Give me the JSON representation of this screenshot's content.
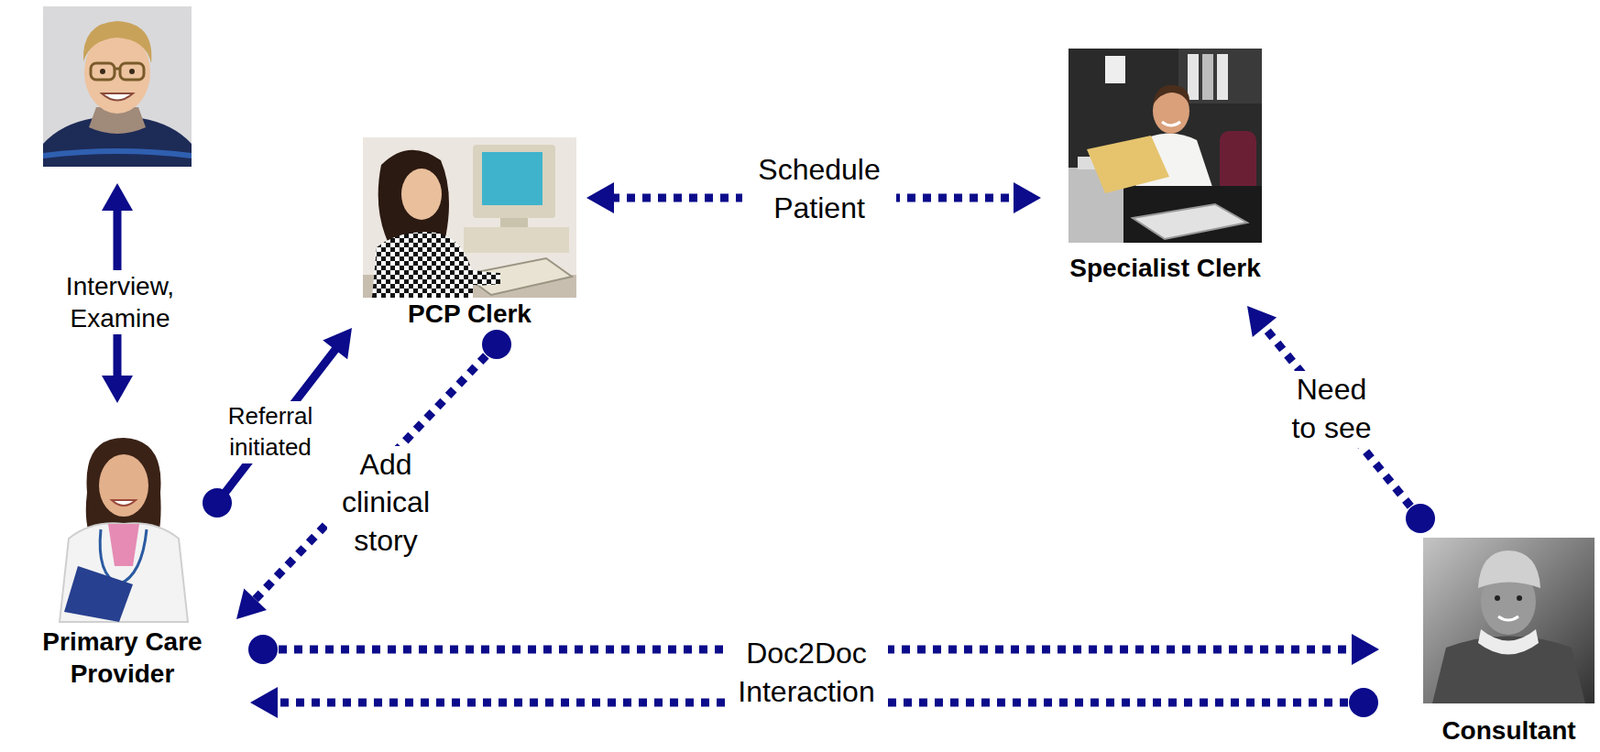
{
  "diagram": {
    "nodes": [
      {
        "text": []
      },
      {
        "text": [
          "PCP Clerk"
        ]
      },
      {
        "text": [
          "Specialist Clerk"
        ]
      },
      {
        "text": [
          "Primary Care Provider"
        ]
      },
      {
        "text": [
          "Consultant"
        ]
      }
    ],
    "edges": [
      {
        "from": 0,
        "to": 3,
        "label": "Interview, Examine",
        "arrow": "both"
      },
      {
        "from": 3,
        "to": 1,
        "label": "Referral initiated",
        "arrow": "to"
      },
      {
        "from": 1,
        "to": 3,
        "label": "Add clinical story",
        "arrow": "to"
      },
      {
        "from": 1,
        "to": 2,
        "label": "Schedule Patient",
        "arrow": "both"
      },
      {
        "from": 4,
        "to": 2,
        "label": "Need to see",
        "arrow": "to"
      },
      {
        "from": 3,
        "to": 4,
        "label": "Doc2Doc Interaction",
        "arrow": "to"
      },
      {
        "from": 4,
        "to": 3,
        "arrow": "to"
      }
    ]
  }
}
